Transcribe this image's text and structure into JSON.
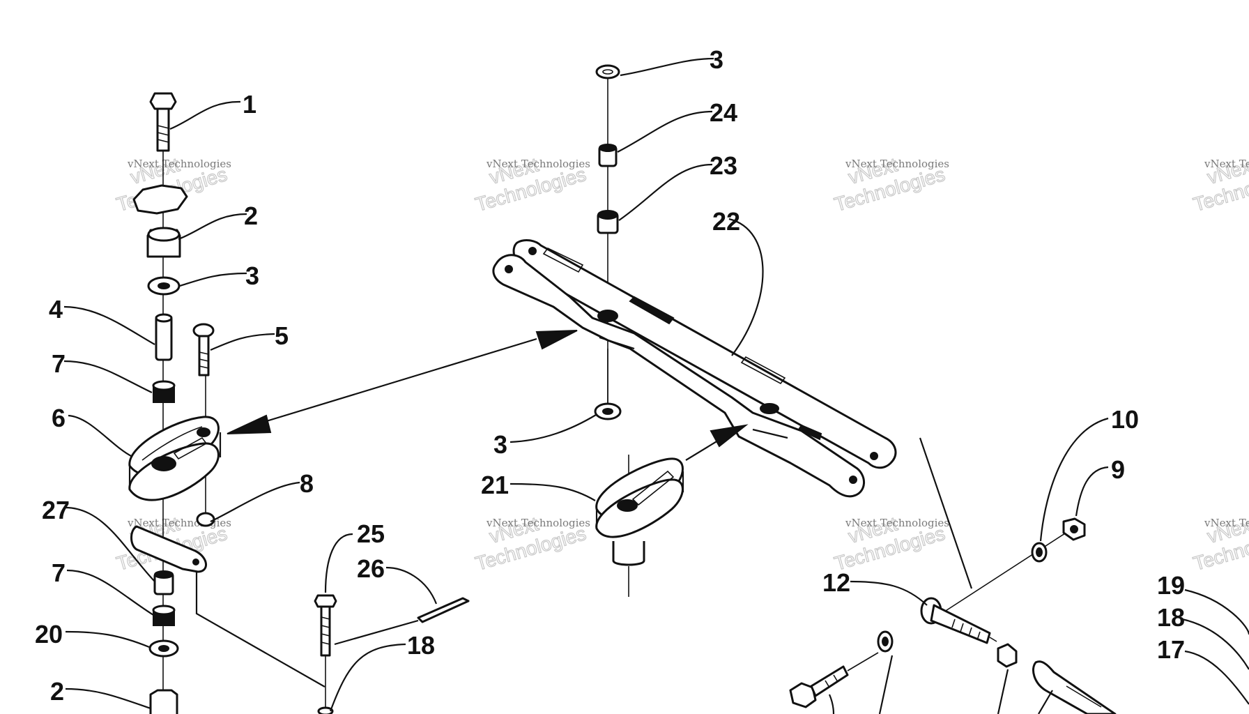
{
  "watermark": {
    "line1": "vNext Technologies",
    "line2": "vNext",
    "line3": "Technologies"
  },
  "callouts": {
    "c1": "1",
    "c2a": "2",
    "c3a": "3",
    "c4": "4",
    "c5": "5",
    "c7a": "7",
    "c6": "6",
    "c8": "8",
    "c27": "27",
    "c7b": "7",
    "c20": "20",
    "c2b": "2",
    "c25": "25",
    "c26": "26",
    "c18a": "18",
    "c3b": "3",
    "c24": "24",
    "c23": "23",
    "c22": "22",
    "c3c": "3",
    "c21": "21",
    "c10": "10",
    "c9": "9",
    "c12": "12",
    "c19": "19",
    "c18b": "18",
    "c17": "17"
  }
}
